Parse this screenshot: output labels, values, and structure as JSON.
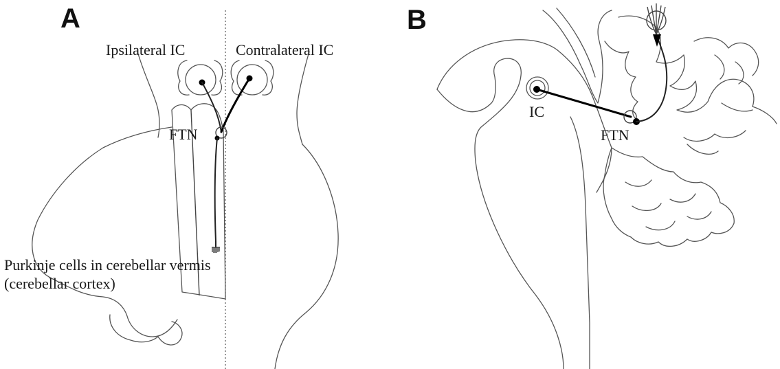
{
  "panel_a": {
    "letter": "A",
    "labels": {
      "ipsilateral": "Ipsilateral IC",
      "contralateral": "Contralateral IC",
      "ftn": "FTN",
      "purkinje_line1": "Purkinje cells in cerebellar vermis",
      "purkinje_line2": "(cerebellar cortex)"
    }
  },
  "panel_b": {
    "letter": "B",
    "labels": {
      "ic": "IC",
      "ftn": "FTN"
    }
  },
  "colors": {
    "outline": "#555555",
    "axon": "#000000",
    "background": "#ffffff"
  }
}
